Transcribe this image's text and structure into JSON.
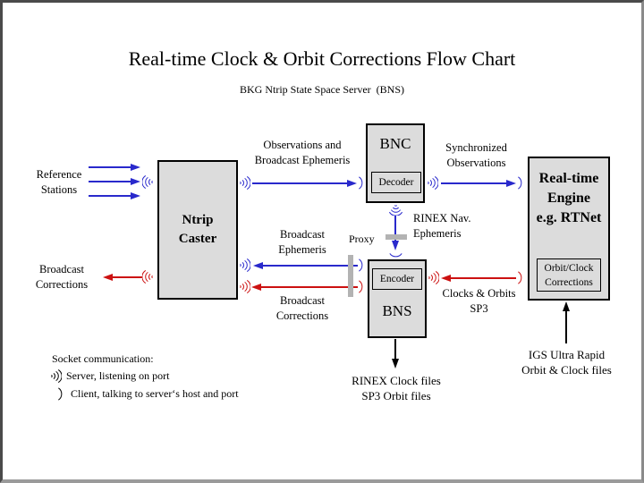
{
  "title": "Real-time Clock & Orbit Corrections Flow Chart",
  "subtitle": "BKG Ntrip State Space Server  (BNS)",
  "colors": {
    "blue": "#2929cc",
    "red": "#cc1111",
    "box_fill": "#dcdcdc",
    "proxy_bar": "#b3b3b3"
  },
  "boxes": {
    "ntrip_caster": {
      "label": "Ntrip\nCaster"
    },
    "bnc": {
      "label": "BNC",
      "sub_label": "Decoder"
    },
    "bns": {
      "label": "BNS",
      "sub_label": "Encoder"
    },
    "engine": {
      "label": "Real-time\nEngine\ne.g. RTNet",
      "sub_label": "Orbit/Clock\nCorrections"
    }
  },
  "flow_labels": {
    "reference_stations": "Reference\nStations",
    "broadcast_corrections_left": "Broadcast\nCorrections",
    "observations_broadcast_ephemeris": "Observations and\nBroadcast Ephemeris",
    "broadcast_ephemeris": "Broadcast\nEphemeris",
    "broadcast_corrections_mid": "Broadcast\nCorrections",
    "proxy": "Proxy",
    "synchronized_observations": "Synchronized\nObservations",
    "rinex_nav_ephemeris": "RINEX Nav.\nEphemeris",
    "clocks_orbits_sp3": "Clocks & Orbits\nSP3",
    "igs_ultra_rapid": "IGS Ultra Rapid\nOrbit & Clock files",
    "rinex_clock_files": "RINEX Clock files\nSP3 Orbit files"
  },
  "legend": {
    "title": "Socket communication:",
    "server_desc": "Server, listening on port",
    "client_desc": "Client, talking to server‘s host and port"
  }
}
